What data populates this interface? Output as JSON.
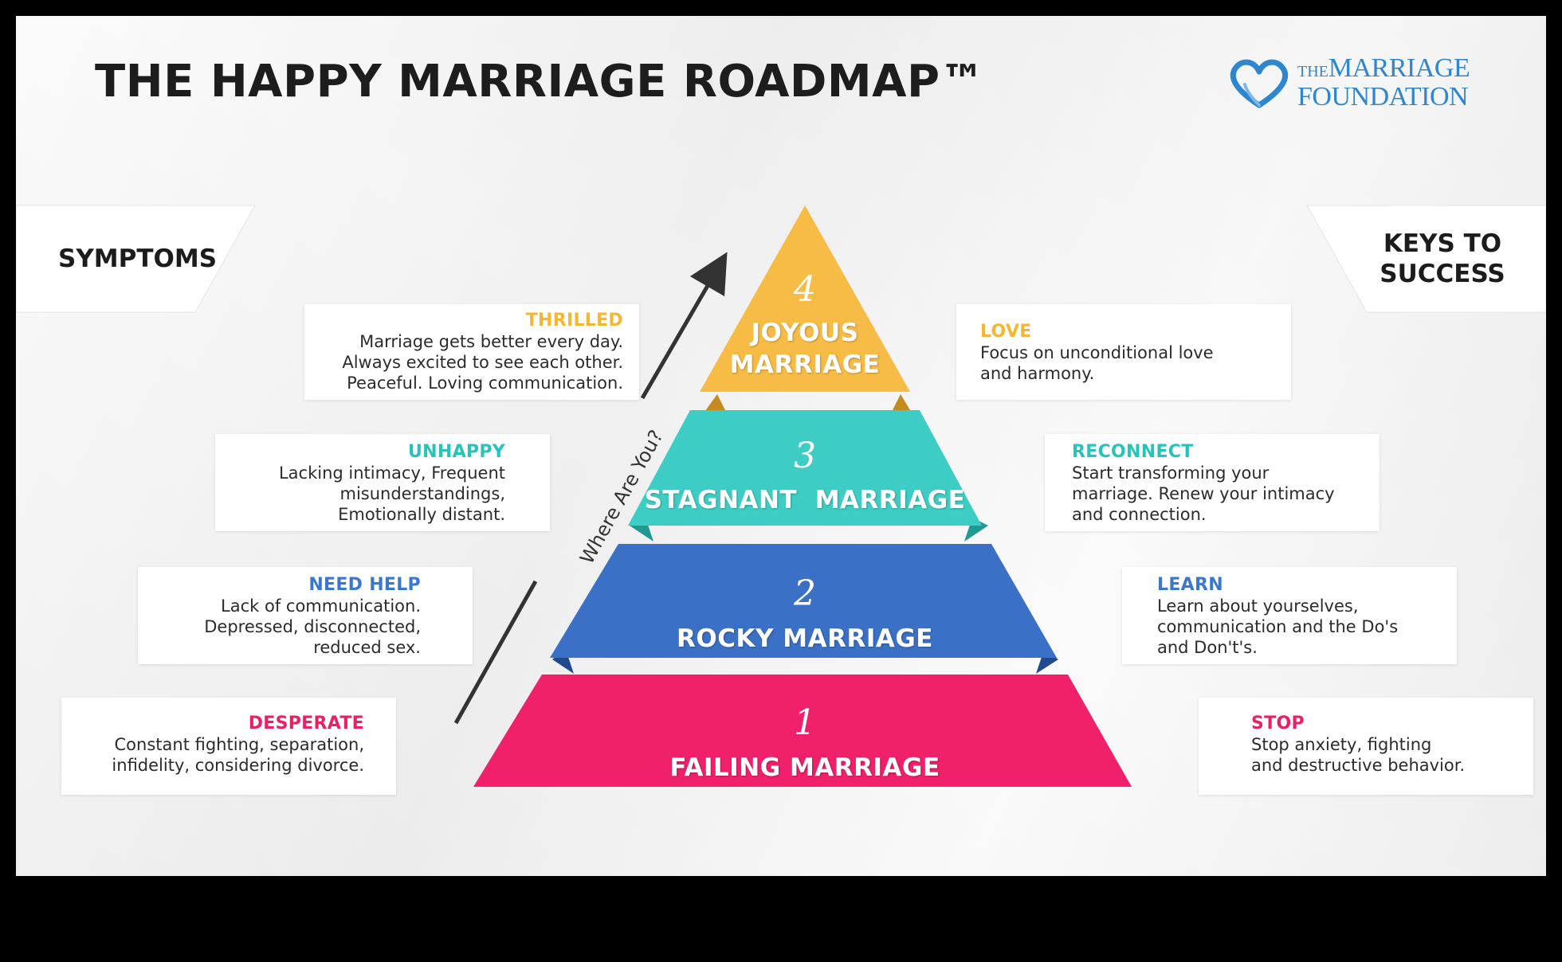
{
  "title": "THE HAPPY MARRIAGE ROADMAP™",
  "logo": {
    "the": "THE",
    "line1": "MARRIAGE",
    "line2": "FOUNDATION"
  },
  "banners": {
    "symptoms": "SYMPTOMS",
    "keys_line1": "KEYS TO",
    "keys_line2": "SUCCESS"
  },
  "arrow_label": "Where Are You?",
  "tiers": [
    {
      "number": "4",
      "name_line1": "JOYOUS",
      "name_line2": "MARRIAGE",
      "color": "#f7bc45"
    },
    {
      "number": "3",
      "name_line1": "STAGNANT  MARRIAGE",
      "color": "#3ecdc4"
    },
    {
      "number": "2",
      "name_line1": "ROCKY MARRIAGE",
      "color": "#3a70c6"
    },
    {
      "number": "1",
      "name_line1": "FAILING MARRIAGE",
      "color": "#f0206a"
    }
  ],
  "symptoms": [
    {
      "heading": "THRILLED",
      "color": "#f5b731",
      "lines": [
        "Marriage gets better every day.",
        "Always excited to see each other.",
        "Peaceful. Loving communication."
      ]
    },
    {
      "heading": "UNHAPPY",
      "color": "#25c4ba",
      "lines": [
        "Lacking intimacy, Frequent",
        "misunderstandings,",
        "Emotionally distant."
      ]
    },
    {
      "heading": "NEED HELP",
      "color": "#3a78d0",
      "lines": [
        "Lack of communication.",
        "Depressed, disconnected,",
        "reduced sex."
      ]
    },
    {
      "heading": "DESPERATE",
      "color": "#ea1f66",
      "lines": [
        "Constant fighting, separation,",
        "infidelity, considering divorce."
      ]
    }
  ],
  "keys": [
    {
      "heading": "LOVE",
      "color": "#f5b731",
      "lines": [
        "Focus on unconditional love",
        "and harmony."
      ]
    },
    {
      "heading": "RECONNECT",
      "color": "#25c4ba",
      "lines": [
        "Start transforming your",
        "marriage. Renew your intimacy",
        "and connection."
      ]
    },
    {
      "heading": "LEARN",
      "color": "#3a78d0",
      "lines": [
        "Learn about yourselves,",
        "communication and the Do's",
        "and Don't's."
      ]
    },
    {
      "heading": "STOP",
      "color": "#ea1f66",
      "lines": [
        "Stop anxiety, fighting",
        "and destructive behavior."
      ]
    }
  ]
}
